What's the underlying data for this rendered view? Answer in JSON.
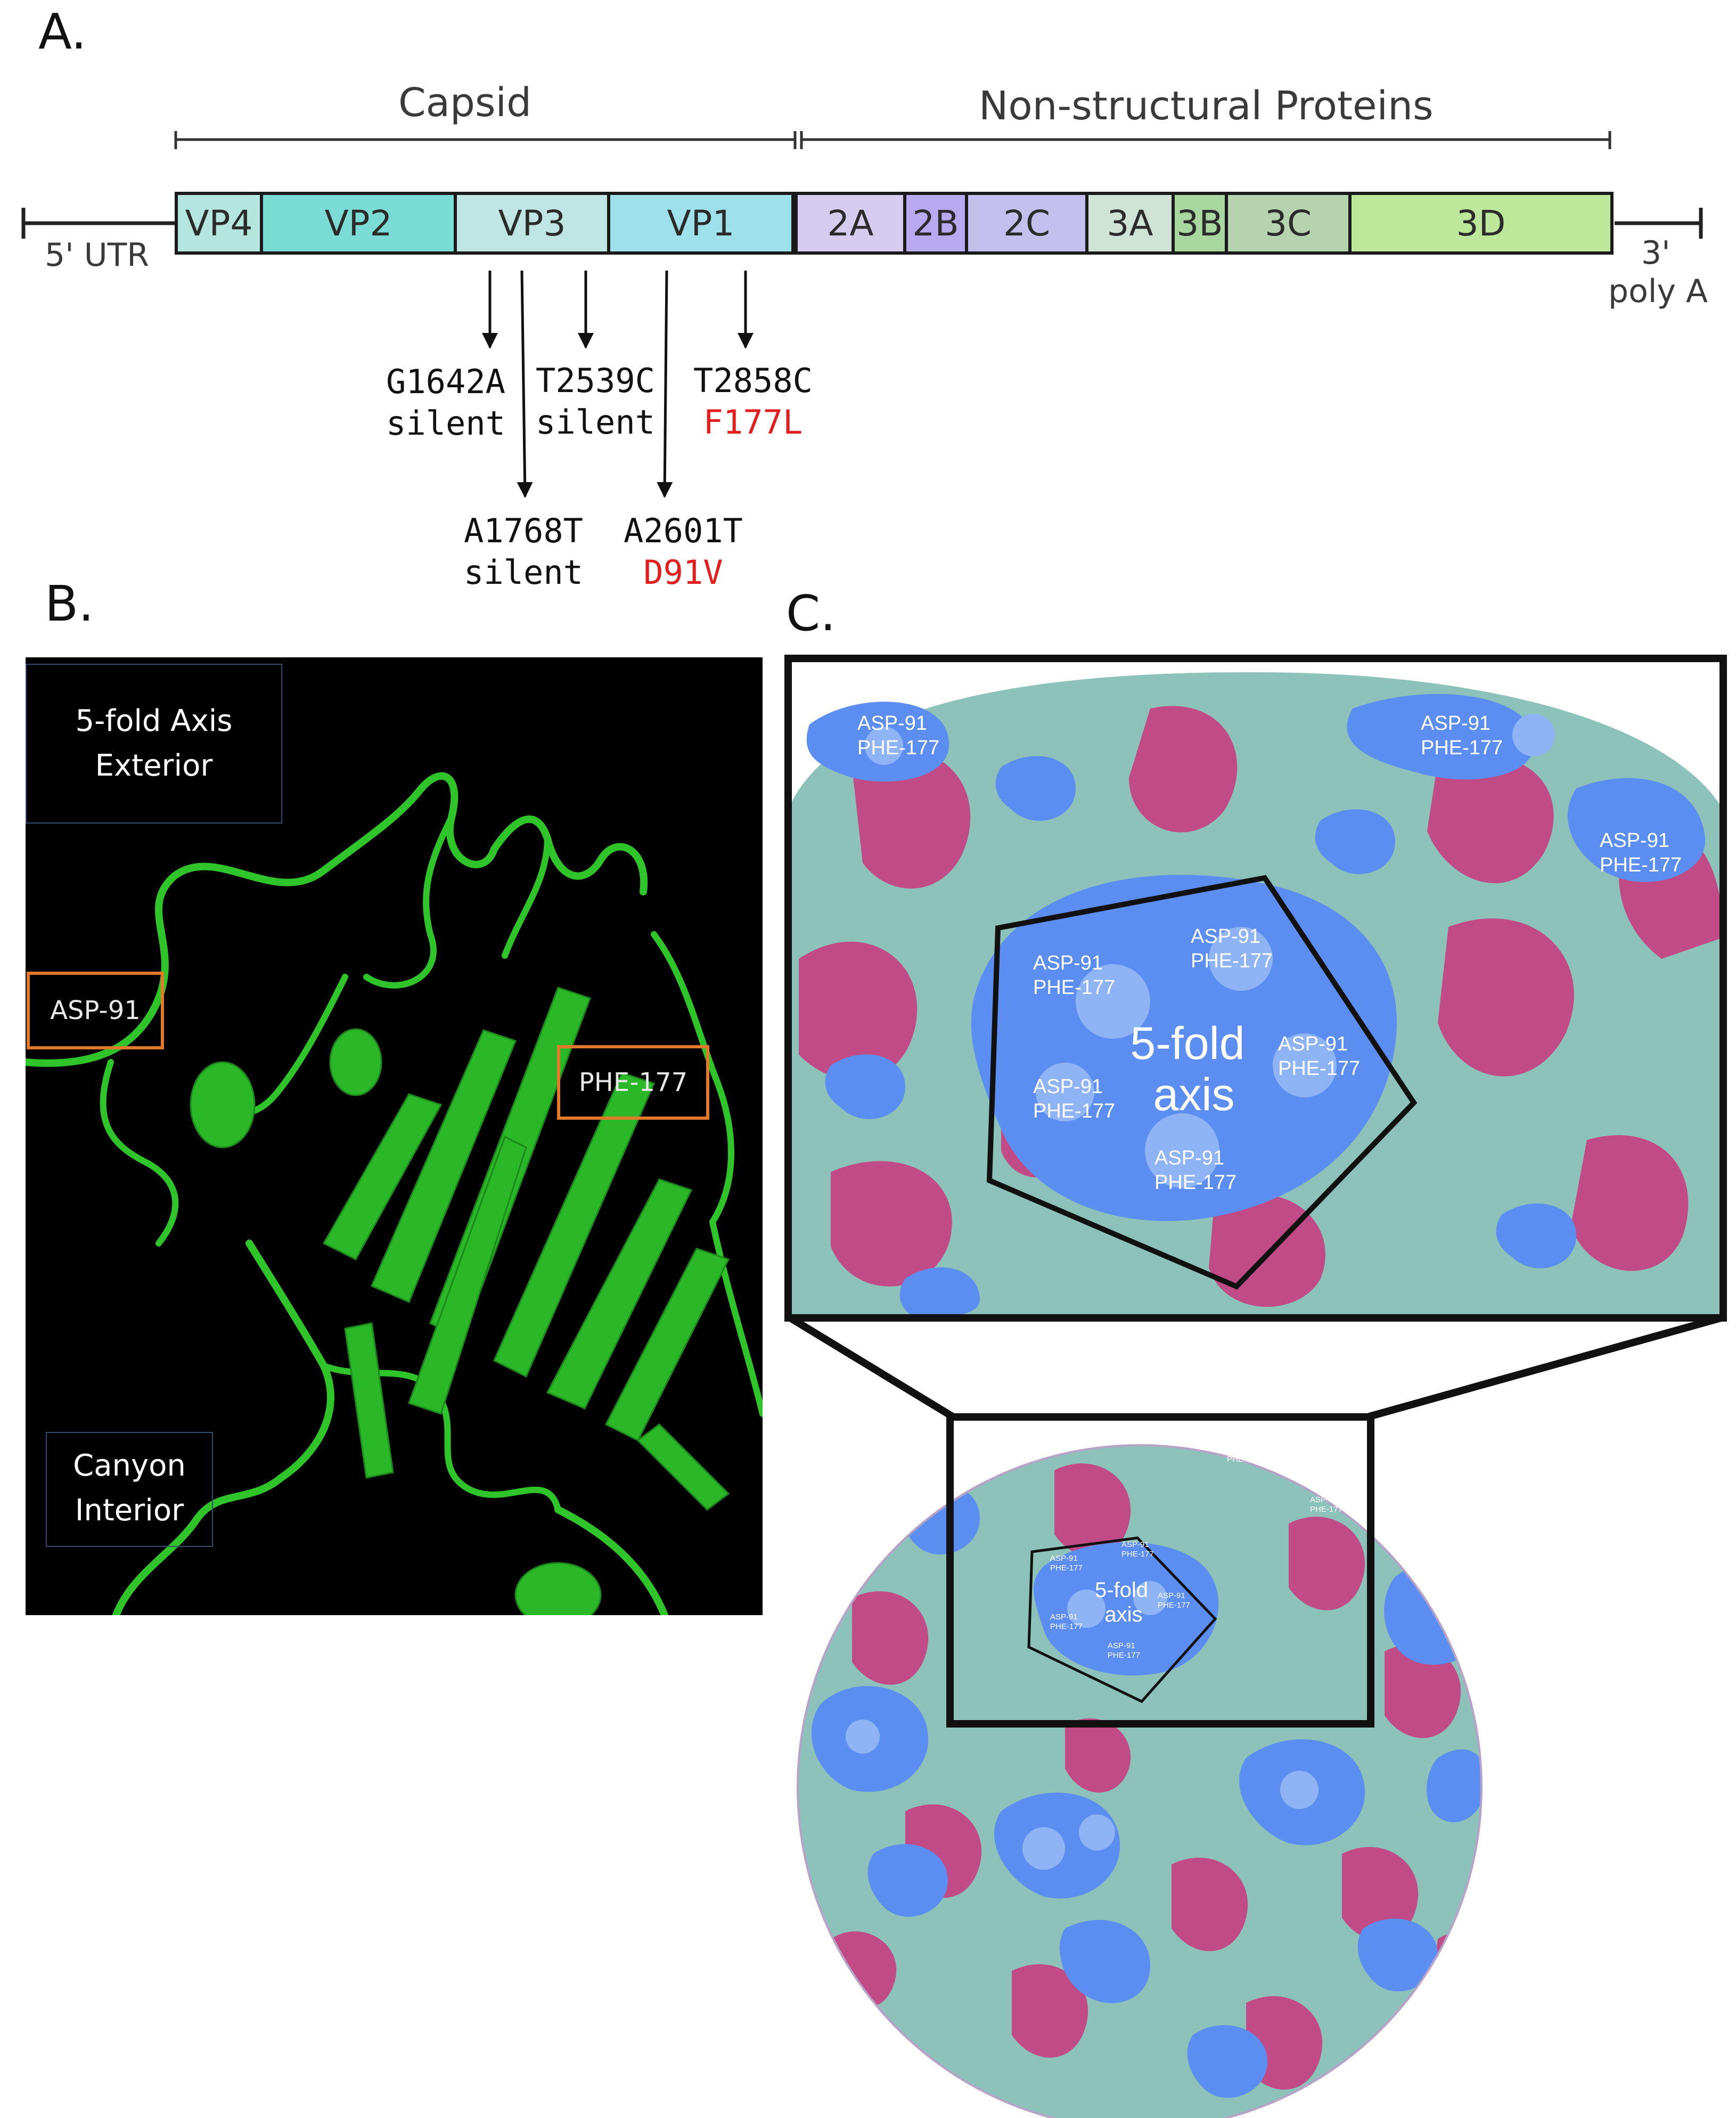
{
  "panel_a": {
    "label": "A.",
    "capsid_label": "Capsid",
    "nonstructural_label": "Non-structural Proteins",
    "utr5": "5' UTR",
    "utr3_line1": "3'",
    "utr3_line2": "poly A",
    "segments": [
      {
        "name": "VP4",
        "color": "#b4e6de"
      },
      {
        "name": "VP2",
        "color": "#7adcd4"
      },
      {
        "name": "VP3",
        "color": "#bfe6e2"
      },
      {
        "name": "VP1",
        "color": "#9ee1ea"
      },
      {
        "name": "2A",
        "color": "#d6ccf0"
      },
      {
        "name": "2B",
        "color": "#b7aaf0"
      },
      {
        "name": "2C",
        "color": "#c4bfec"
      },
      {
        "name": "3A",
        "color": "#cfe3d7"
      },
      {
        "name": "3B",
        "color": "#a8d8a0"
      },
      {
        "name": "3C",
        "color": "#b6d3b0"
      },
      {
        "name": "3D",
        "color": "#bde89c"
      }
    ],
    "mutations": [
      {
        "id": "G1642A",
        "effect": "silent",
        "missense": false
      },
      {
        "id": "T2539C",
        "effect": "silent",
        "missense": false
      },
      {
        "id": "T2858C",
        "effect": "F177L",
        "missense": true
      },
      {
        "id": "A1768T",
        "effect": "silent",
        "missense": false
      },
      {
        "id": "A2601T",
        "effect": "D91V",
        "missense": true
      }
    ]
  },
  "panel_b": {
    "label": "B.",
    "exterior_line1": "5-fold Axis",
    "exterior_line2": "Exterior",
    "interior_line1": "Canyon",
    "interior_line2": "Interior",
    "residue1": "ASP-91",
    "residue2": "PHE-177",
    "ribbon_color": "#2ec42a"
  },
  "panel_c": {
    "label": "C.",
    "axis_line1": "5-fold",
    "axis_line2": "axis",
    "res_line1": "ASP-91",
    "res_line2": "PHE-177",
    "colors": {
      "blue": "#5b8ef0",
      "light_blue": "#8fb4f5",
      "pink": "#c04b86",
      "teal": "#8cc2b9",
      "green": "#5aa98f"
    }
  }
}
